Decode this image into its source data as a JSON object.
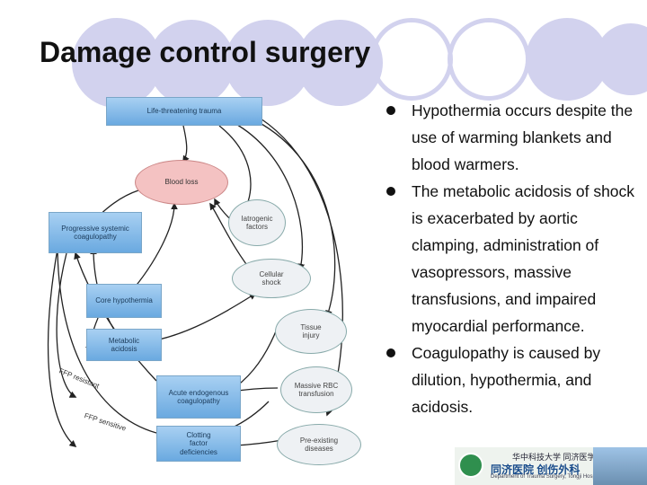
{
  "slide": {
    "title": "Damage control surgery"
  },
  "diagram": {
    "nodes": {
      "trauma": "Life-threatening trauma",
      "blood_loss": "Blood loss",
      "iatrogenic": "Iatrogenic factors",
      "coagulopathy": "Progressive systemic coagulopathy",
      "cellular_shock": "Cellular shock",
      "hypothermia": "Core hypothermia",
      "tissue_injury": "Tissue injury",
      "acidosis": "Metabolic acidosis",
      "massive_rbc": "Massive RBC transfusion",
      "acute_coag": "Acute endogenous coagulopathy",
      "clotting": "Clotting factor deficiencies",
      "preexisting": "Pre-existing diseases"
    },
    "curve_labels": {
      "ffp_resistant": "FFP resistant",
      "ffp_sensitive": "FFP sensitive"
    }
  },
  "bullets": [
    "Hypothermia occurs despite the use of warming blankets and blood warmers.",
    "The metabolic acidosis of shock is exacerbated by aortic clamping, administration of vasopressors, massive transfusions, and impaired myocardial performance.",
    "Coagulopathy is caused by dilution, hypothermia, and acidosis."
  ],
  "logo": {
    "line1": "华中科技大学 同济医学院",
    "line2": "同济医院   创伤外科",
    "line3": "Department of Trauma Surgery, Tongji Hospital"
  },
  "colors": {
    "box_top": "#a8d0f2",
    "box_bottom": "#6aa9e0",
    "blood_loss": "#f4c2c2",
    "decoration": "#d2d2ee"
  }
}
